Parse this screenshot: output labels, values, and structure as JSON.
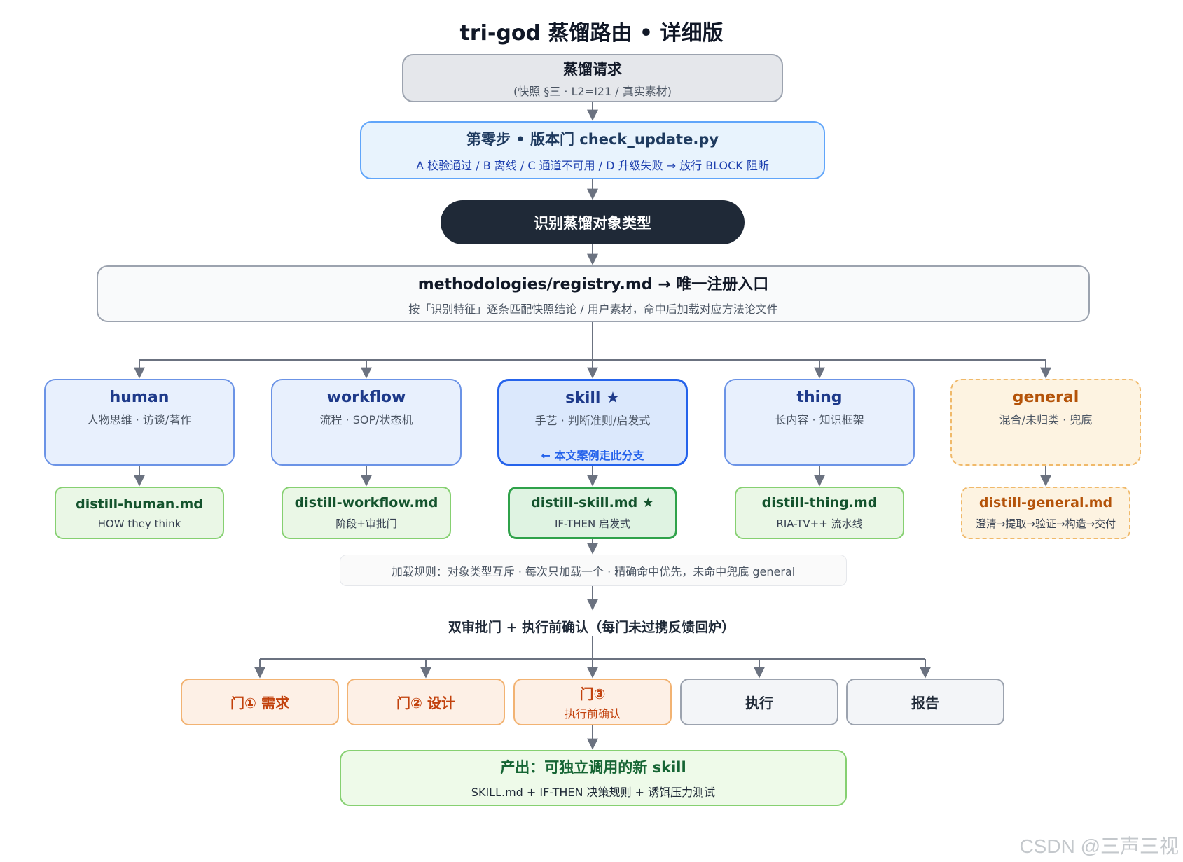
{
  "title": "tri-god 蒸馏路由 • 详细版",
  "request": {
    "title": "蒸馏请求",
    "sub": "(快照 §三 · L2=I21 / 真实素材)"
  },
  "step0": {
    "title": "第零步 • 版本门 check_update.py",
    "sub": "A 校验通过 / B 离线 / C 通道不可用 / D 升级失败 → 放行   BLOCK 阻断"
  },
  "identify": {
    "title": "识别蒸馏对象类型"
  },
  "registry": {
    "title": "methodologies/registry.md → 唯一注册入口",
    "sub": "按「识别特征」逐条匹配快照结论 / 用户素材，命中后加载对应方法论文件"
  },
  "categories": [
    {
      "name": "human",
      "desc": "人物思维 · 访谈/著作"
    },
    {
      "name": "workflow",
      "desc": "流程 · SOP/状态机"
    },
    {
      "name": "skill ★",
      "desc": "手艺 · 判断准则/启发式",
      "note": "← 本文案例走此分支"
    },
    {
      "name": "thing",
      "desc": "长内容 · 知识框架"
    },
    {
      "name": "general",
      "desc": "混合/未归类 · 兜底"
    }
  ],
  "methodology_files": [
    {
      "file": "distill-human.md",
      "desc": "HOW they think"
    },
    {
      "file": "distill-workflow.md",
      "desc": "阶段+审批门"
    },
    {
      "file": "distill-skill.md ★",
      "desc": "IF-THEN 启发式"
    },
    {
      "file": "distill-thing.md",
      "desc": "RIA-TV++ 流水线"
    },
    {
      "file": "distill-general.md",
      "desc": "澄清→提取→验证→构造→交付"
    }
  ],
  "load_rule": "加载规则：对象类型互斥 · 每次只加载一个 · 精确命中优先，未命中兜底 general",
  "gates_title": "双审批门 + 执行前确认（每门未过携反馈回炉）",
  "gates": [
    {
      "label": "门① 需求",
      "sub": ""
    },
    {
      "label": "门② 设计",
      "sub": ""
    },
    {
      "label": "门③",
      "sub": "执行前确认"
    },
    {
      "label": "执行",
      "sub": ""
    },
    {
      "label": "报告",
      "sub": ""
    }
  ],
  "output": {
    "title": "产出：可独立调用的新 skill",
    "sub": "SKILL.md + IF-THEN 决策规则 + 诱饵压力测试"
  },
  "watermark": "CSDN @三声三视"
}
